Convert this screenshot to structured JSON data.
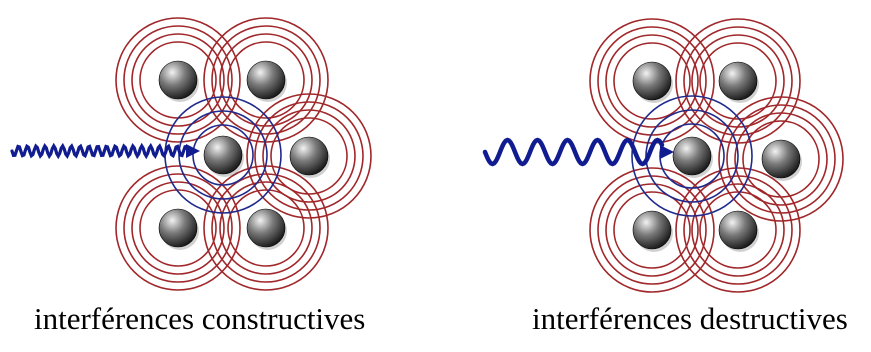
{
  "panels": [
    {
      "caption": "interférences constructives",
      "wave": "short-wavelength"
    },
    {
      "caption": "interférences destructives",
      "wave": "long-wavelength"
    }
  ],
  "colors": {
    "atom_ring": "#a0272a",
    "center_ring": "#1f2a8c",
    "wave": "#101c8f",
    "atom_light": "#f2f2f2",
    "atom_dark": "#141414"
  }
}
